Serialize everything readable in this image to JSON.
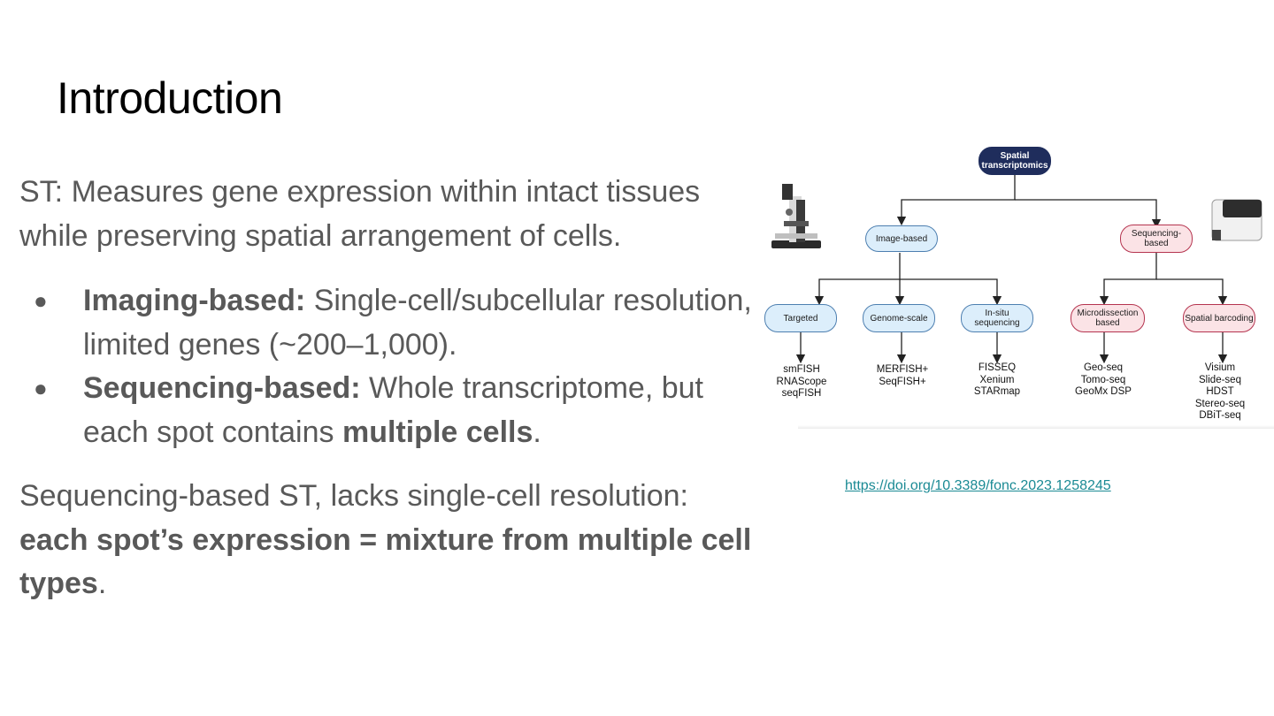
{
  "slide": {
    "title": "Introduction",
    "intro": {
      "line": "ST: Measures gene expression within intact tissues while preserving spatial arrangement of cells."
    },
    "bullets": [
      {
        "bold": "Imaging-based:",
        "text": " Single-cell/subcellular resolution, limited genes (~200–1,000)."
      },
      {
        "bold": "Sequencing-based:",
        "text": " Whole transcriptome, but each spot contains ",
        "bold2": "multiple cells",
        "tail": "."
      }
    ],
    "closing": {
      "text": "Sequencing-based ST, lacks single-cell resolution: ",
      "bold": "each spot’s expression = mixture from multiple cell types",
      "tail": "."
    },
    "bullet_symbol": "●"
  },
  "diagram": {
    "root": "Spatial transcriptomics",
    "image_based": {
      "label": "Image-based",
      "children": [
        {
          "label": "Targeted",
          "methods": [
            "smFISH",
            "RNAScope",
            "seqFISH"
          ]
        },
        {
          "label": "Genome-scale",
          "methods": [
            "MERFISH+",
            "SeqFISH+"
          ]
        },
        {
          "label": "In-situ sequencing",
          "methods": [
            "FISSEQ",
            "Xenium",
            "STARmap"
          ]
        }
      ]
    },
    "sequencing_based": {
      "label": "Sequencing-based",
      "children": [
        {
          "label": "Microdissection based",
          "methods": [
            "Geo-seq",
            "Tomo-seq",
            "GeoMx DSP"
          ]
        },
        {
          "label": "Spatial barcoding",
          "methods": [
            "Visium",
            "Slide-seq",
            "HDST",
            "Stereo-seq",
            "DBiT-seq"
          ]
        }
      ]
    },
    "icons": [
      "microscope-icon",
      "sequencer-icon"
    ],
    "colors": {
      "root": "#1f2d5c",
      "image_node": "#dceefb",
      "sequencing_node": "#fbe3e6"
    }
  },
  "reference": {
    "link_text": "https://doi.org/10.3389/fonc.2023.1258245"
  }
}
